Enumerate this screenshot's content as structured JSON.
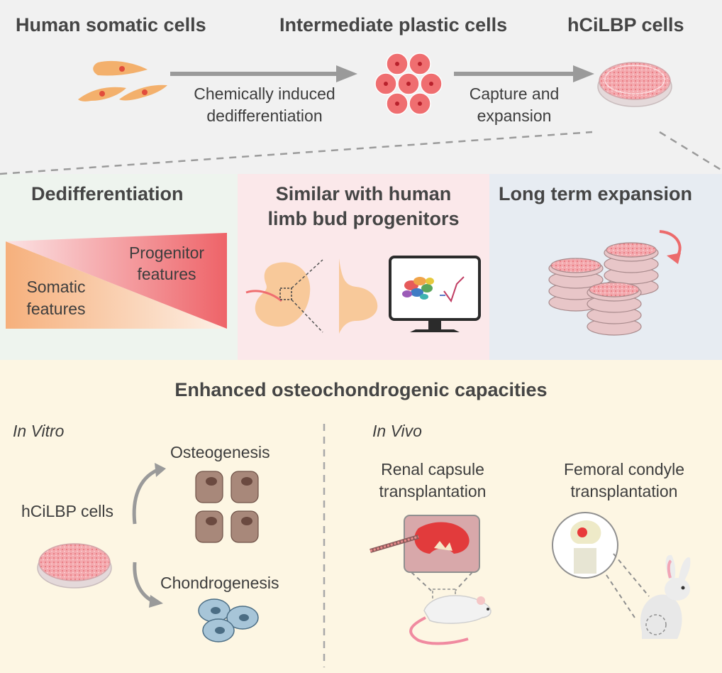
{
  "top": {
    "somatic_title": "Human somatic cells",
    "plastic_title": "Intermediate plastic cells",
    "hcilbp_title": "hCiLBP cells",
    "arrow1_line1": "Chemically induced",
    "arrow1_line2": "dedifferentiation",
    "arrow2_line1": "Capture and",
    "arrow2_line2": "expansion"
  },
  "panels": {
    "dedifferentiation": {
      "title": "Dedifferentiation",
      "progenitor_line1": "Progenitor",
      "progenitor_line2": "features",
      "somatic_line1": "Somatic",
      "somatic_line2": "features"
    },
    "limb_bud": {
      "title_line1": "Similar with human",
      "title_line2": "limb bud progenitors"
    },
    "expansion": {
      "title": "Long term expansion"
    }
  },
  "bottom": {
    "title": "Enhanced osteochondrogenic capacities",
    "in_vitro": "In Vitro",
    "in_vivo": "In Vivo",
    "hcilbp_label": "hCiLBP cells",
    "osteogenesis": "Osteogenesis",
    "chondrogenesis": "Chondrogenesis",
    "renal_line1": "Renal capsule",
    "renal_line2": "transplantation",
    "femoral_line1": "Femoral condyle",
    "femoral_line2": "transplantation"
  },
  "colors": {
    "top_bg": "#f1f1f1",
    "dedifferentiation_bg": "#eef4ee",
    "limb_bud_bg": "#fbe8ea",
    "expansion_bg": "#e7ecf2",
    "bottom_bg": "#fdf6e3",
    "cell_red": "#ee6b6e",
    "somatic_orange": "#f3b06c",
    "arrow_gray": "#9a9a9a"
  }
}
